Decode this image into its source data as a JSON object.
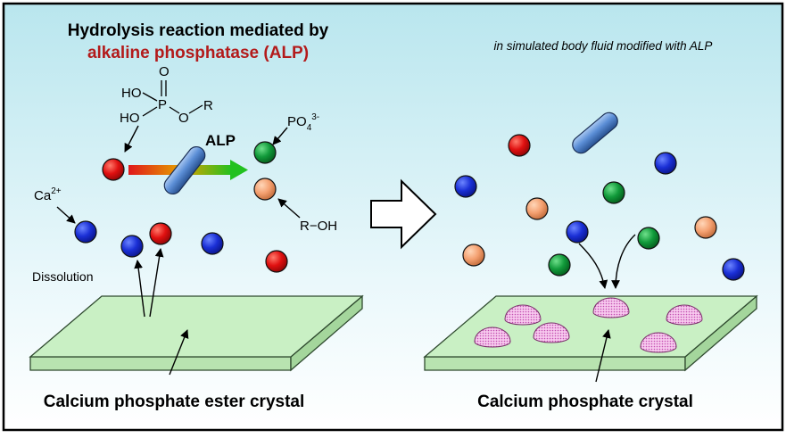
{
  "colors": {
    "border": "#000000",
    "bg_top": "#b9e6ee",
    "bg_bottom": "#ffffff",
    "title_red": "#b31b1b",
    "crystal": "#c9f0c4",
    "deposit": "#f2b3e6",
    "ca_blue": "#1a2fd6",
    "substrate_red": "#e01010",
    "phosphate_green": "#119a3a",
    "alcohol_orange": "#f4a070",
    "enzyme": "#5b8ed6"
  },
  "title": {
    "line1": "Hydrolysis reaction mediated by",
    "line2": "alkaline phosphatase (ALP)"
  },
  "subtitle": "in simulated body fluid modified with ALP",
  "labels": {
    "ho_top": "HO",
    "o_double": "O",
    "p": "P",
    "ho_bottom": "HO",
    "o_ester": "O",
    "r": "R",
    "alp": "ALP",
    "po4": "PO",
    "po4_sub": "4",
    "po4_sup": "3-",
    "r_oh": "R−OH",
    "ca": "Ca",
    "ca_sup": "2+",
    "dissolution": "Dissolution",
    "left_crystal": "Calcium phosphate ester crystal",
    "right_crystal": "Calcium phosphate crystal"
  },
  "icons": {
    "process_arrow": "hollow-right-arrow-icon",
    "enzyme": "capsule-enzyme-icon"
  }
}
